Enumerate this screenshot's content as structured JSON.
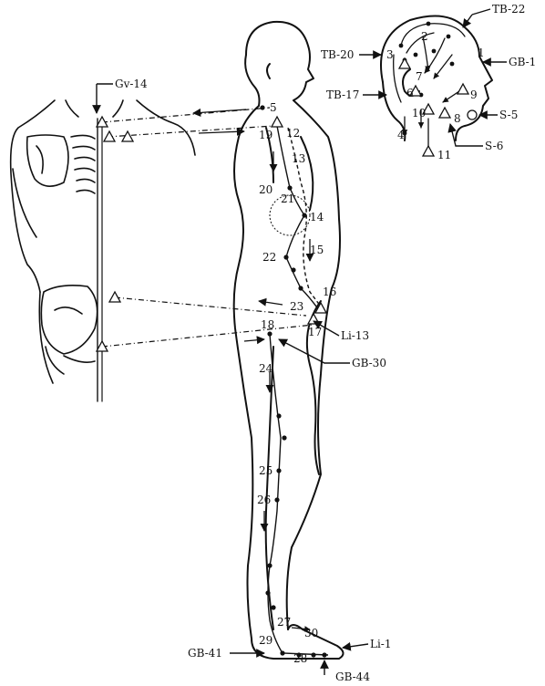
{
  "labels": {
    "gv14": "Gv-14",
    "tb22": "TB-22",
    "tb20": "TB-20",
    "gb1": "GB-1",
    "tb17": "TB-17",
    "s5": "S-5",
    "s6": "S-6",
    "li13": "Li-13",
    "gb30": "GB-30",
    "li1": "Li-1",
    "gb41": "GB-41",
    "gb44": "GB-44"
  },
  "points": {
    "p1": "1",
    "p2": "2",
    "p3": "3",
    "p4": "4",
    "p5": "5",
    "p6": "6",
    "p7": "7",
    "p8": "8",
    "p9": "9",
    "p10": "10",
    "p11": "11",
    "p12": "12",
    "p13": "13",
    "p14": "14",
    "p15": "15",
    "p16": "16",
    "p17": "17",
    "p18": "18",
    "p19": "19",
    "p20": "20",
    "p21": "21",
    "p22": "22",
    "p23": "23",
    "p24": "24",
    "p25": "25",
    "p26": "26",
    "p27": "27",
    "p28": "28",
    "p29": "29",
    "p30": "30",
    "p5b": "5"
  }
}
